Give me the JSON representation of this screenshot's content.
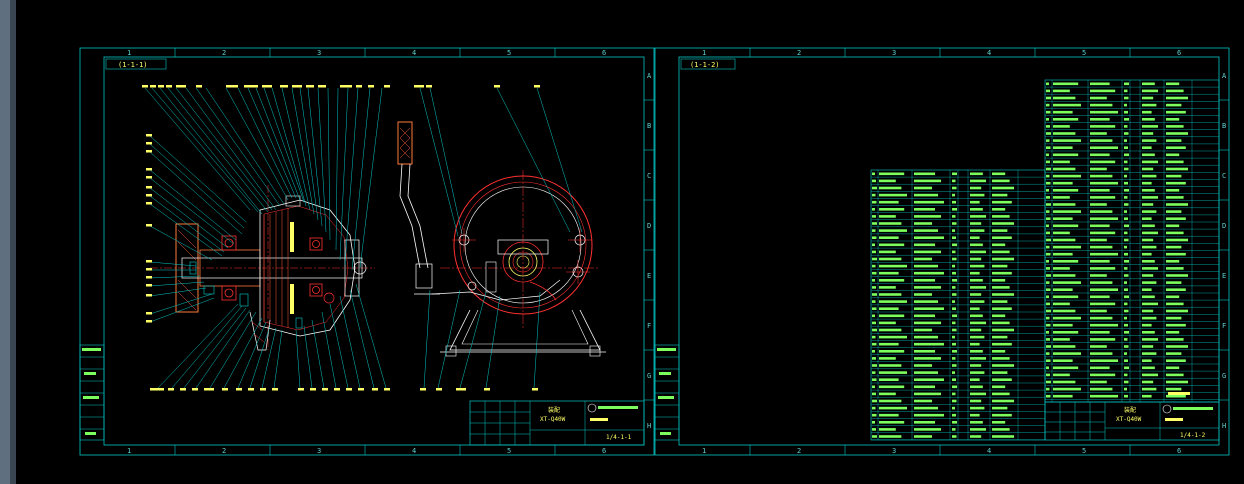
{
  "left_sheet": {
    "ruler_top": [
      "1",
      "2",
      "3",
      "4",
      "5",
      "6"
    ],
    "ruler_side": [
      "A",
      "B",
      "C",
      "D",
      "E",
      "F",
      "G",
      "H"
    ],
    "drawing_code": "(1-1-1)",
    "title_block": {
      "name_line1": "装配",
      "name_line2": "XT-Q40W",
      "sheet_no": "1/4-1-1"
    }
  },
  "right_sheet": {
    "ruler_top": [
      "1",
      "2",
      "3",
      "4",
      "5",
      "6"
    ],
    "ruler_side": [
      "A",
      "B",
      "C",
      "D",
      "E",
      "F",
      "G",
      "H"
    ],
    "drawing_code": "(1-1-2)",
    "title_block": {
      "name_line1": "装配",
      "name_line2": "XT-Q40W",
      "sheet_no": "1/4-1-2"
    }
  },
  "colors": {
    "background": "#000000",
    "frame": "#00c8c8",
    "text": "#7cff5c",
    "highlight": "#ffff66",
    "hatch": "#ff3030",
    "dim": "#ffffff"
  }
}
